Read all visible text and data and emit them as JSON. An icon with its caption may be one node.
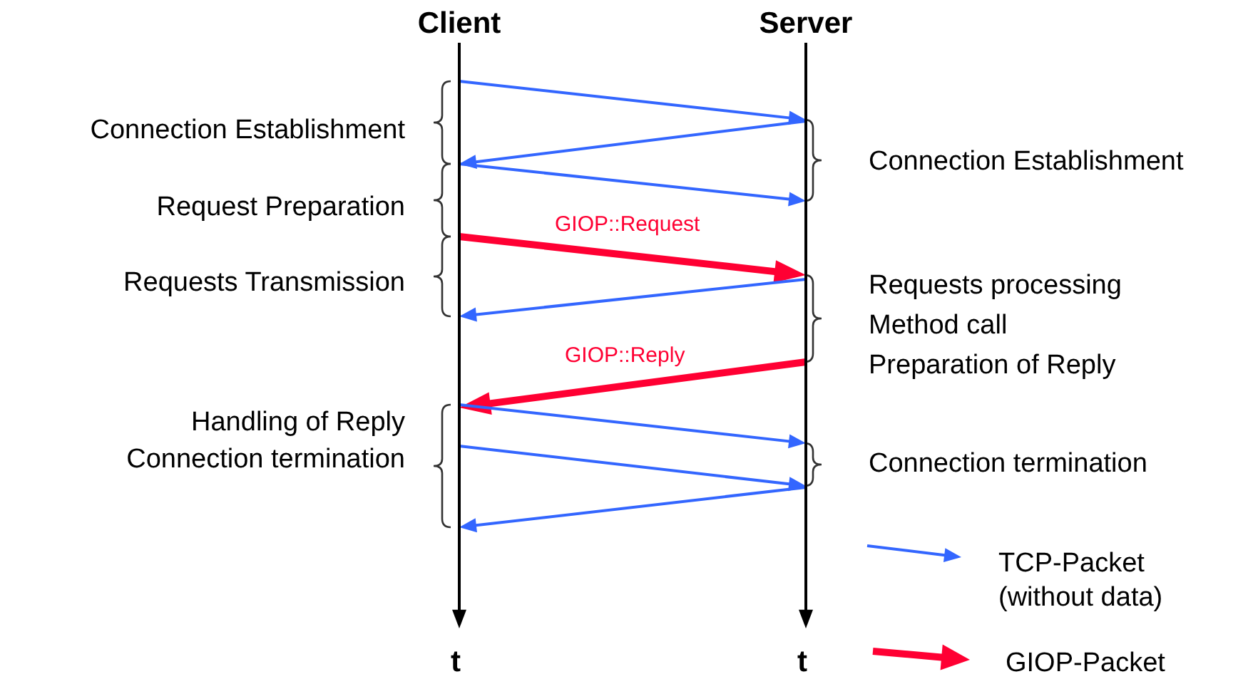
{
  "diagram": {
    "nodes": [
      {
        "text": [
          "Client"
        ],
        "beside": [
          "t"
        ]
      },
      {
        "text": [
          "Server"
        ],
        "beside": [
          "t"
        ]
      }
    ],
    "edges": [
      {
        "from": 0,
        "to": 1,
        "arrow": "to"
      },
      {
        "from": 1,
        "to": 0,
        "arrow": "to"
      },
      {
        "from": 0,
        "to": 1,
        "arrow": "to"
      },
      {
        "from": 0,
        "to": 1,
        "arrow": "to",
        "label": "GIOP::Request",
        "style": "thick",
        "color": "#ff0033"
      },
      {
        "from": 1,
        "to": 0,
        "arrow": "to"
      },
      {
        "from": 1,
        "to": 0,
        "arrow": "to",
        "label": "GIOP::Reply",
        "style": "thick",
        "color": "#ff0033"
      },
      {
        "from": 0,
        "to": 1,
        "arrow": "to"
      },
      {
        "from": 0,
        "to": 1,
        "arrow": "to"
      },
      {
        "from": 1,
        "to": 0,
        "arrow": "to"
      }
    ],
    "labels": [
      "Connection Establishment",
      "Connection Establishment",
      "Request Preparation",
      "Requests Transmission",
      "Requests processing",
      "Method call",
      "Preparation of Reply",
      "Handling of Reply",
      "Connection termination",
      "Connection termination"
    ],
    "legend": [
      {
        "text": "TCP-Packet (without data)"
      },
      {
        "text": "GIOP-Packet"
      }
    ]
  }
}
